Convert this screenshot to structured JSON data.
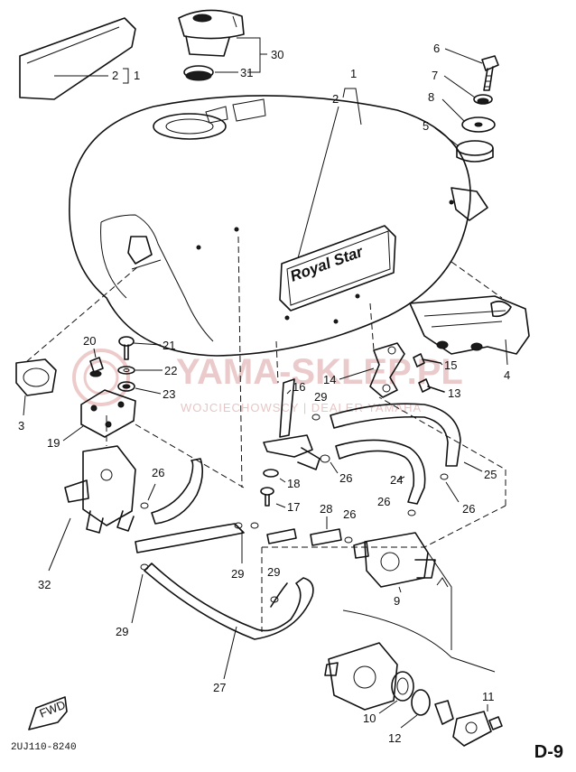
{
  "diagram": {
    "callouts": {
      "c1_top": "1",
      "c2_top": "2",
      "c1_emblem": "1",
      "c2_emblem": "2",
      "c3": "3",
      "c4": "4",
      "c5": "5",
      "c6": "6",
      "c7": "7",
      "c8": "8",
      "c9": "9",
      "c10": "10",
      "c11": "11",
      "c12": "12",
      "c13": "13",
      "c14": "14",
      "c15": "15",
      "c16": "16",
      "c17": "17",
      "c18": "18",
      "c19": "19",
      "c20": "20",
      "c21": "21",
      "c22": "22",
      "c23": "23",
      "c24": "24",
      "c25": "25",
      "c26_a": "26",
      "c26_b": "26",
      "c26_c": "26",
      "c26_d": "26",
      "c26_e": "26",
      "c27": "27",
      "c28": "28",
      "c29_a": "29",
      "c29_b": "29",
      "c29_c": "29",
      "c29_d": "29",
      "c30": "30",
      "c31": "31",
      "c32": "32"
    },
    "emblem_text": "Royal Star",
    "fwd_label": "FWD",
    "catalog_code": "2UJ110-8240",
    "page_label": "D-9"
  },
  "watermark": {
    "title": "YAMA-SKLEP.PL",
    "subtitle": "WOJCIECHOWSCY | DEALER YAMAHA"
  }
}
